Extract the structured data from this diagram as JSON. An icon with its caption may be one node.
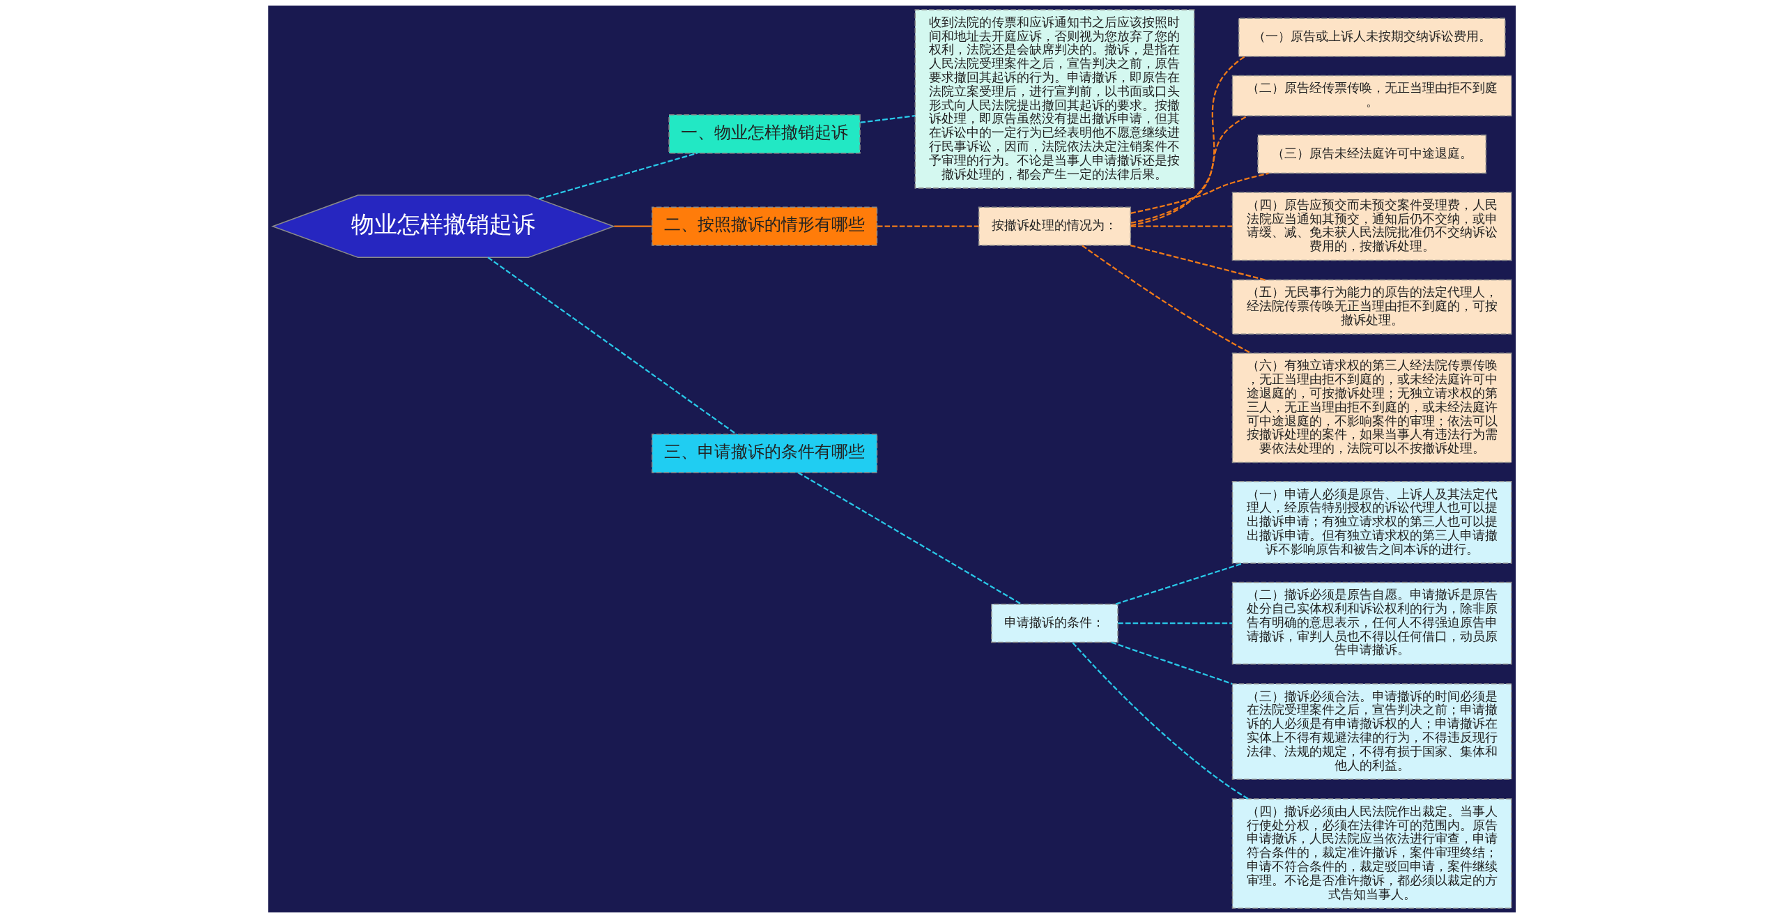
{
  "diagram": {
    "nodes": [
      {
        "text": [
          "物业怎样撤销起诉"
        ]
      },
      {
        "text": [
          "一、物业怎样撤销起诉"
        ]
      },
      {
        "text": [
          "收到法院的传票和应诉通知书之后应该按照时间和地址去开庭应诉，否则视为您放弃了您的权利，法院还是会缺席判决的。撤诉，是指在人民法院受理案件之后，宣告判决之前，原告要求撤回其起诉的行为。申请撤诉，即原告在法院立案受理后，进行宣判前，以书面或口头形式向人民法院提出撤回其起诉的要求。按撤诉处理，即原告虽然没有提出撤诉申请，但其在诉讼中的一定行为已经表明他不愿意继续进行民事诉讼，因而，法院依法决定注销案件不予审理的行为。不论是当事人申请撤诉还是按撤诉处理的，都会产生一定的法律后果。"
        ]
      },
      {
        "text": [
          "二、按照撤诉的情形有哪些"
        ]
      },
      {
        "text": [
          "按撤诉处理的情况为："
        ]
      },
      {
        "text": [
          "（一）原告或上诉人未按期交纳诉讼费用。"
        ]
      },
      {
        "text": [
          "（二）原告经传票传唤，无正当理由拒不到庭。"
        ]
      },
      {
        "text": [
          "（三）原告未经法庭许可中途退庭。"
        ]
      },
      {
        "text": [
          "（四）原告应预交而未预交案件受理费，人民法院应当通知其预交，通知后仍不交纳，或申请缓、减、免未获人民法院批准仍不交纳诉讼费用的，按撤诉处理。"
        ]
      },
      {
        "text": [
          "（五）无民事行为能力的原告的法定代理人，经法院传票传唤无正当理由拒不到庭的，可按撤诉处理。"
        ]
      },
      {
        "text": [
          "（六）有独立请求权的第三人经法院传票传唤，无正当理由拒不到庭的，或未经法庭许可中途退庭的，可按撤诉处理；无独立请求权的第三人，无正当理由拒不到庭的，或未经法庭许可中途退庭的，不影响案件的审理；依法可以按撤诉处理的案件，如果当事人有违法行为需要依法处理的，法院可以不按撤诉处理。"
        ]
      },
      {
        "text": [
          "三、申请撤诉的条件有哪些"
        ]
      },
      {
        "text": [
          "申请撤诉的条件："
        ]
      },
      {
        "text": [
          "（一）申请人必须是原告、上诉人及其法定代理人，经原告特别授权的诉讼代理人也可以提出撤诉申请；有独立请求权的第三人也可以提出撤诉申请。但有独立请求权的第三人申请撤诉不影响原告和被告之间本诉的进行。"
        ]
      },
      {
        "text": [
          "（二）撤诉必须是原告自愿。申请撤诉是原告处分自己实体权利和诉讼权利的行为，除非原告有明确的意思表示，任何人不得强迫原告申请撤诉，审判人员也不得以任何借口，动员原告申请撤诉。"
        ]
      },
      {
        "text": [
          "（三）撤诉必须合法。申请撤诉的时间必须是在法院受理案件之后，宣告判决之前；申请撤诉的人必须是有申请撤诉权的人；申请撤诉在实体上不得有规避法律的行为，不得违反现行法律、法规的规定，不得有损于国家、集体和他人的利益。"
        ]
      },
      {
        "text": [
          "（四）撤诉必须由人民法院作出裁定。当事人行使处分权，必须在法律许可的范围内。原告申请撤诉，人民法院应当依法进行审查，申请符合条件的，裁定准许撤诉，案件审理终结；申请不符合条件的，裁定驳回申请，案件继续审理。不论是否准许撤诉，都必须以裁定的方式告知当事人。"
        ]
      }
    ],
    "edges": [
      {
        "from": 0,
        "to": 1,
        "arrow": "none",
        "style": "dashed",
        "color": "#29c8e8"
      },
      {
        "from": 1,
        "to": 2,
        "arrow": "none",
        "style": "dashed",
        "color": "#29c8e8"
      },
      {
        "from": 0,
        "to": 3,
        "arrow": "none",
        "color": "#f07a18"
      },
      {
        "from": 3,
        "to": 4,
        "arrow": "none",
        "style": "dashed",
        "color": "#f07a18"
      },
      {
        "from": 4,
        "to": 5,
        "arrow": "none",
        "style": "dashed",
        "color": "#f07a18"
      },
      {
        "from": 4,
        "to": 6,
        "arrow": "none",
        "style": "dashed",
        "color": "#f07a18"
      },
      {
        "from": 4,
        "to": 7,
        "arrow": "none",
        "style": "dashed",
        "color": "#f07a18"
      },
      {
        "from": 4,
        "to": 8,
        "arrow": "none",
        "style": "dashed",
        "color": "#f07a18"
      },
      {
        "from": 4,
        "to": 9,
        "arrow": "none",
        "style": "dashed",
        "color": "#f07a18"
      },
      {
        "from": 4,
        "to": 10,
        "arrow": "none",
        "style": "dashed",
        "color": "#f07a18"
      },
      {
        "from": 0,
        "to": 11,
        "arrow": "none",
        "style": "dashed",
        "color": "#29c8e8"
      },
      {
        "from": 11,
        "to": 12,
        "arrow": "none",
        "style": "dashed",
        "color": "#29c8e8"
      },
      {
        "from": 12,
        "to": 13,
        "arrow": "none",
        "style": "dashed",
        "color": "#29c8e8"
      },
      {
        "from": 12,
        "to": 14,
        "arrow": "none",
        "style": "dashed",
        "color": "#29c8e8"
      },
      {
        "from": 12,
        "to": 15,
        "arrow": "none",
        "style": "dashed",
        "color": "#29c8e8"
      },
      {
        "from": 12,
        "to": 16,
        "arrow": "none",
        "style": "dashed",
        "color": "#29c8e8"
      }
    ]
  }
}
